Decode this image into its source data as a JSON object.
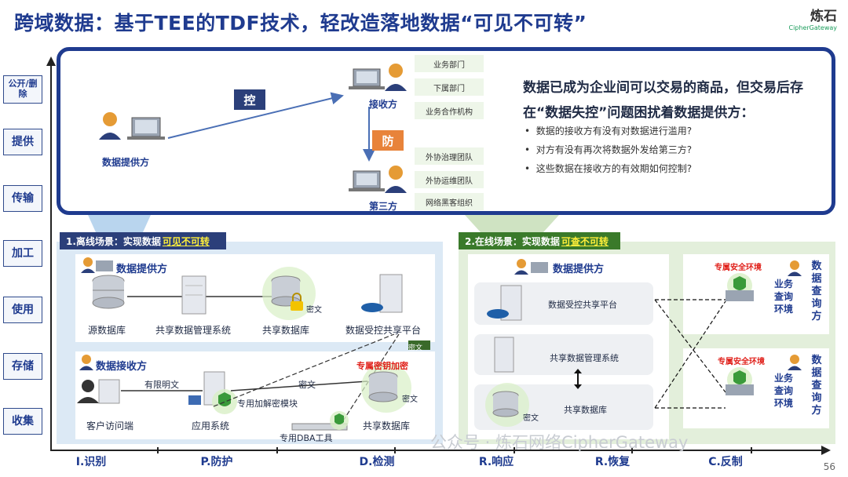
{
  "title": "跨域数据：基于TEE的TDF技术，轻改造落地数据“可见不可转”",
  "logo": {
    "cn": "炼石",
    "en": "CipherGateway"
  },
  "side_labels": [
    "公开/删除",
    "提供",
    "传输",
    "加工",
    "使用",
    "存储",
    "收集"
  ],
  "x_labels": [
    "I.识别",
    "P.防护",
    "D.检测",
    "R.响应",
    "R.恢复",
    "C.反制"
  ],
  "top": {
    "provider": "数据提供方",
    "receiver": "接收方",
    "third": "第三方",
    "kong": "控",
    "fang": "防",
    "tags_receiver": [
      "业务部门",
      "下属部门",
      "业务合作机构"
    ],
    "tags_third": [
      "外协治理团队",
      "外协运维团队",
      "网络黑客组织"
    ],
    "headline": "数据已成为企业间可以交易的商品，但交易后存在“数据失控”问题困扰着数据提供方：",
    "bullets": [
      "数据的接收方有没有对数据进行滥用?",
      "对方有没有再次将数据外发给第三方?",
      "这些数据在接收方的有效期如何控制?"
    ]
  },
  "left_panel": {
    "ribbon_prefix": "1.离线场景：实现数据",
    "ribbon_hl": "可见不可转",
    "provider_title": "数据提供方",
    "nodes": [
      "源数据库",
      "共享数据管理系统",
      "共享数据库",
      "数据受控共享平台"
    ],
    "cipher": "密文",
    "receiver_title": "数据接收方",
    "client": "客户访问端",
    "app": "应用系统",
    "app_module": "专用加解密模块",
    "limited": "有限明文",
    "dba": "专用DBA工具",
    "recv_db": "共享数据库",
    "red": "专属密钥加密"
  },
  "right_panel": {
    "ribbon_prefix": "2.在线场景：实现数据",
    "ribbon_hl": "可查不可转",
    "provider_title": "数据提供方",
    "platform": "数据受控共享平台",
    "mgmt": "共享数据管理系统",
    "db": "共享数据库",
    "cipher": "密文",
    "env_red": "专属安全环境",
    "env_lbl": "业务查询环境",
    "query": "数据查询方"
  },
  "watermark": "公众号 · 炼石网络CipherGateway",
  "page_number": "56"
}
